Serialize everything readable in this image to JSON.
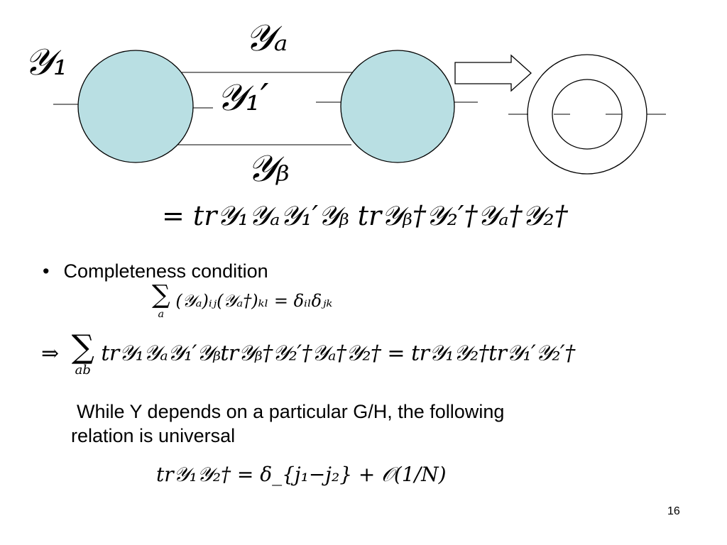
{
  "diagram": {
    "label_y1": "𝒴₁",
    "label_ya": "𝒴ₐ",
    "label_y1prime": "𝒴₁′",
    "label_yb": "𝒴ᵦ",
    "node_color": "#b9dfe3"
  },
  "equation_main": "= tr𝒴₁𝒴ₐ𝒴₁′𝒴ᵦ tr𝒴ᵦ†𝒴₂′†𝒴ₐ†𝒴₂†",
  "bullet": {
    "marker": "•",
    "text": "Completeness condition"
  },
  "completeness_eq": {
    "sum": "∑",
    "sum_index": "a",
    "body": "(𝒴ₐ)ᵢⱼ(𝒴ₐ†)ₖₗ = δᵢₗδⱼₖ"
  },
  "implication_eq": {
    "arrow": "⇒",
    "sum": "∑",
    "sum_index": "ab",
    "body": "tr𝒴₁𝒴ₐ𝒴₁′𝒴ᵦtr𝒴ᵦ†𝒴₂′†𝒴ₐ†𝒴₂† = tr𝒴₁𝒴₂†tr𝒴₁′𝒴₂′†"
  },
  "paragraph": {
    "line1": "While Y depends on a particular G/H, the following",
    "line2": "relation is universal"
  },
  "universal_eq": "tr𝒴₁𝒴₂† = δ_{j₁−j₂} + 𝒪(1/N)",
  "page_number": "16"
}
